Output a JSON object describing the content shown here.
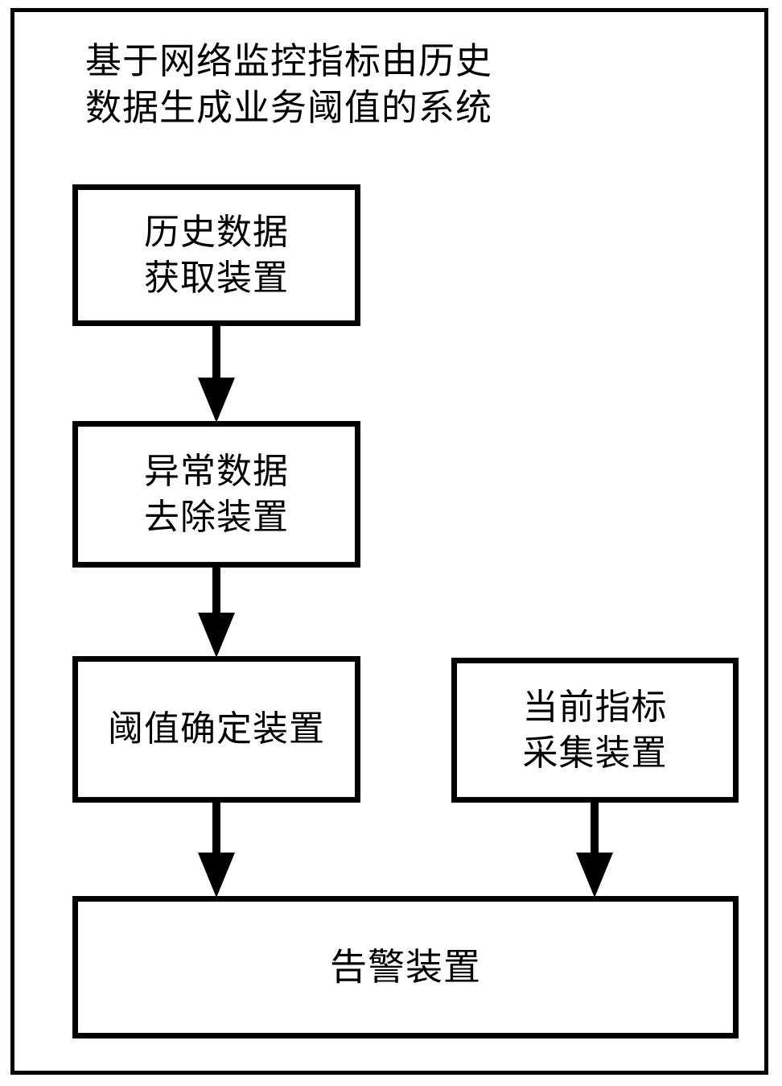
{
  "figure": {
    "title": "基于网络监控指标由历史\n数据生成业务阈值的系统",
    "frame_color": "#000000",
    "background_color": "#ffffff"
  },
  "nodes": [
    {
      "id": "history-data-acquisition",
      "label": "历史数据\n获取装置"
    },
    {
      "id": "anomaly-data-removal",
      "label": "异常数据\n去除装置"
    },
    {
      "id": "threshold-determination",
      "label": "阈值确定装置"
    },
    {
      "id": "current-indicator-collection",
      "label": "当前指标\n采集装置"
    },
    {
      "id": "alarm-device",
      "label": "告警装置"
    }
  ],
  "connectors": [
    {
      "id": "history-to-anomaly",
      "from": "history-data-acquisition",
      "to": "anomaly-data-removal",
      "direction": "down"
    },
    {
      "id": "anomaly-to-threshold",
      "from": "anomaly-data-removal",
      "to": "threshold-determination",
      "direction": "down"
    },
    {
      "id": "threshold-to-alarm",
      "from": "threshold-determination",
      "to": "alarm-device",
      "direction": "down"
    },
    {
      "id": "current-to-alarm",
      "from": "current-indicator-collection",
      "to": "alarm-device",
      "direction": "down"
    }
  ]
}
